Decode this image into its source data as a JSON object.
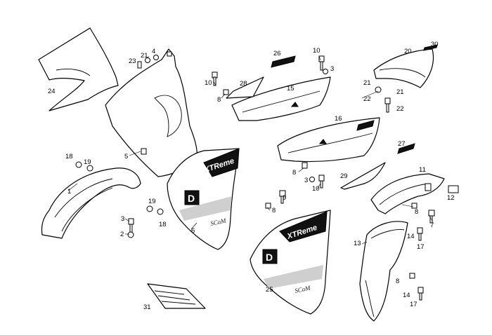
{
  "diagram": {
    "callouts": [
      "1",
      "2",
      "3",
      "3",
      "3",
      "4",
      "5",
      "6",
      "7",
      "8",
      "8",
      "8",
      "8",
      "8",
      "9",
      "10",
      "10",
      "10",
      "11",
      "12",
      "13",
      "14",
      "14",
      "15",
      "16",
      "17",
      "17",
      "18",
      "18",
      "19",
      "19",
      "20",
      "21",
      "21",
      "21",
      "22",
      "22",
      "23",
      "24",
      "25",
      "26",
      "27",
      "28",
      "29",
      "30",
      "31"
    ],
    "decals": {
      "brand": "XTReme",
      "letter": "D",
      "script": "SCaM"
    },
    "colors": {
      "line": "#000000",
      "fill": "#ffffff",
      "decal_dark": "#111111",
      "decal_grey": "#cfcfcf"
    }
  }
}
